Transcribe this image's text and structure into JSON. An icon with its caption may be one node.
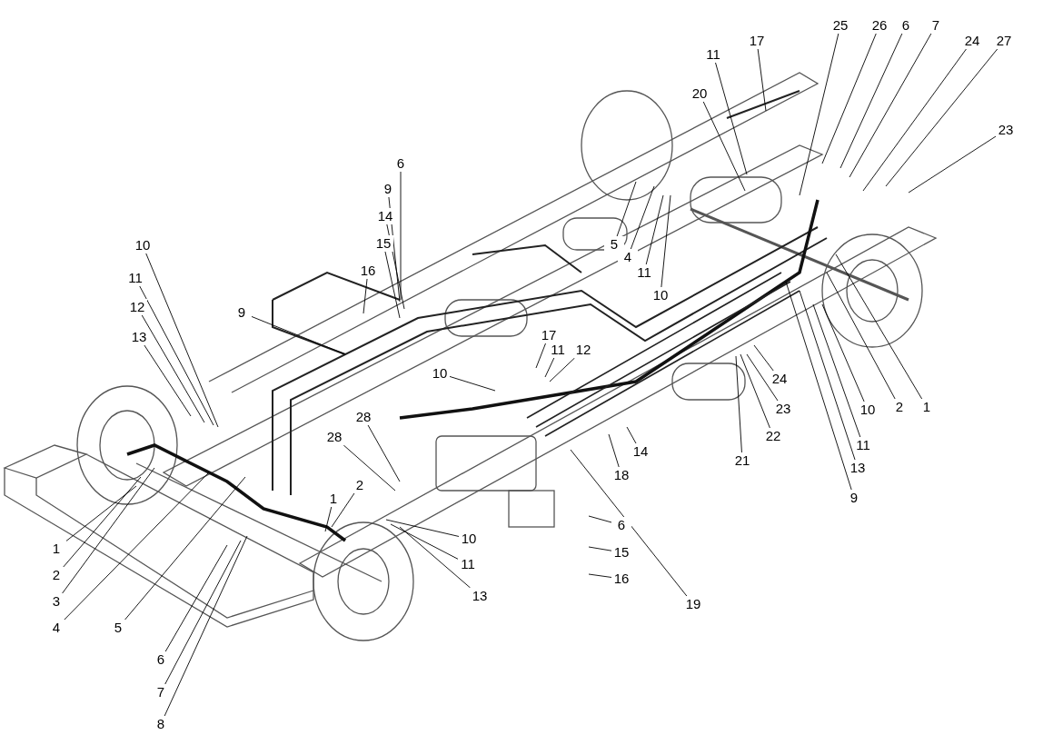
{
  "diagram": {
    "nodes": [
      {
        "text": [
          "25"
        ]
      },
      {
        "text": [
          "26"
        ]
      },
      {
        "text": [
          "6"
        ]
      },
      {
        "text": [
          "7"
        ]
      },
      {
        "text": [
          "17"
        ]
      },
      {
        "text": [
          "11"
        ]
      },
      {
        "text": [
          "24"
        ]
      },
      {
        "text": [
          "27"
        ]
      },
      {
        "text": [
          "20"
        ]
      },
      {
        "text": [
          "23"
        ]
      },
      {
        "text": [
          "6"
        ]
      },
      {
        "text": [
          "9"
        ]
      },
      {
        "text": [
          "14"
        ]
      },
      {
        "text": [
          "15"
        ]
      },
      {
        "text": [
          "5"
        ]
      },
      {
        "text": [
          "10"
        ]
      },
      {
        "text": [
          "4"
        ]
      },
      {
        "text": [
          "11"
        ]
      },
      {
        "text": [
          "16"
        ]
      },
      {
        "text": [
          "11"
        ]
      },
      {
        "text": [
          "10"
        ]
      },
      {
        "text": [
          "12"
        ]
      },
      {
        "text": [
          "9"
        ]
      },
      {
        "text": [
          "13"
        ]
      },
      {
        "text": [
          "17"
        ]
      },
      {
        "text": [
          "11"
        ]
      },
      {
        "text": [
          "12"
        ]
      },
      {
        "text": [
          "10"
        ]
      },
      {
        "text": [
          "24"
        ]
      },
      {
        "text": [
          "10"
        ]
      },
      {
        "text": [
          "2"
        ]
      },
      {
        "text": [
          "1"
        ]
      },
      {
        "text": [
          "23"
        ]
      },
      {
        "text": [
          "28"
        ]
      },
      {
        "text": [
          "22"
        ]
      },
      {
        "text": [
          "28"
        ]
      },
      {
        "text": [
          "11"
        ]
      },
      {
        "text": [
          "14"
        ]
      },
      {
        "text": [
          "21"
        ]
      },
      {
        "text": [
          "13"
        ]
      },
      {
        "text": [
          "18"
        ]
      },
      {
        "text": [
          "2"
        ]
      },
      {
        "text": [
          "1"
        ]
      },
      {
        "text": [
          "9"
        ]
      },
      {
        "text": [
          "6"
        ]
      },
      {
        "text": [
          "10"
        ]
      },
      {
        "text": [
          "15"
        ]
      },
      {
        "text": [
          "1"
        ]
      },
      {
        "text": [
          "11"
        ]
      },
      {
        "text": [
          "2"
        ]
      },
      {
        "text": [
          "16"
        ]
      },
      {
        "text": [
          "13"
        ]
      },
      {
        "text": [
          "3"
        ]
      },
      {
        "text": [
          "19"
        ]
      },
      {
        "text": [
          "4"
        ]
      },
      {
        "text": [
          "5"
        ]
      },
      {
        "text": [
          "6"
        ]
      },
      {
        "text": [
          "7"
        ]
      },
      {
        "text": [
          "8"
        ]
      }
    ],
    "edges": [
      {
        "from": 0,
        "to": null,
        "arrow": "none"
      },
      {
        "from": 1,
        "to": null,
        "arrow": "none"
      },
      {
        "from": 2,
        "to": null,
        "arrow": "none"
      },
      {
        "from": 3,
        "to": null,
        "arrow": "none"
      },
      {
        "from": 4,
        "to": null,
        "arrow": "none"
      },
      {
        "from": 5,
        "to": null,
        "arrow": "none"
      },
      {
        "from": 6,
        "to": null,
        "arrow": "none"
      },
      {
        "from": 7,
        "to": null,
        "arrow": "none"
      },
      {
        "from": 8,
        "to": null,
        "arrow": "none"
      },
      {
        "from": 9,
        "to": null,
        "arrow": "none"
      },
      {
        "from": 10,
        "to": null,
        "arrow": "none"
      },
      {
        "from": 11,
        "to": null,
        "arrow": "none"
      },
      {
        "from": 12,
        "to": null,
        "arrow": "none"
      },
      {
        "from": 13,
        "to": null,
        "arrow": "none"
      },
      {
        "from": 14,
        "to": null,
        "arrow": "none"
      },
      {
        "from": 15,
        "to": null,
        "arrow": "none"
      },
      {
        "from": 16,
        "to": null,
        "arrow": "none"
      },
      {
        "from": 17,
        "to": null,
        "arrow": "none"
      },
      {
        "from": 18,
        "to": null,
        "arrow": "none"
      },
      {
        "from": 19,
        "to": null,
        "arrow": "none"
      },
      {
        "from": 20,
        "to": null,
        "arrow": "none"
      },
      {
        "from": 21,
        "to": null,
        "arrow": "none"
      },
      {
        "from": 22,
        "to": null,
        "arrow": "none"
      },
      {
        "from": 23,
        "to": null,
        "arrow": "none"
      },
      {
        "from": 24,
        "to": null,
        "arrow": "none"
      },
      {
        "from": 25,
        "to": null,
        "arrow": "none"
      },
      {
        "from": 26,
        "to": null,
        "arrow": "none"
      },
      {
        "from": 27,
        "to": null,
        "arrow": "none"
      },
      {
        "from": 28,
        "to": null,
        "arrow": "none"
      },
      {
        "from": 29,
        "to": null,
        "arrow": "none"
      },
      {
        "from": 30,
        "to": null,
        "arrow": "none"
      },
      {
        "from": 31,
        "to": null,
        "arrow": "none"
      },
      {
        "from": 32,
        "to": null,
        "arrow": "none"
      },
      {
        "from": 33,
        "to": null,
        "arrow": "none"
      },
      {
        "from": 34,
        "to": null,
        "arrow": "none"
      },
      {
        "from": 35,
        "to": null,
        "arrow": "none"
      },
      {
        "from": 36,
        "to": null,
        "arrow": "none"
      },
      {
        "from": 37,
        "to": null,
        "arrow": "none"
      },
      {
        "from": 38,
        "to": null,
        "arrow": "none"
      },
      {
        "from": 39,
        "to": null,
        "arrow": "none"
      },
      {
        "from": 40,
        "to": null,
        "arrow": "none"
      },
      {
        "from": 41,
        "to": null,
        "arrow": "none"
      },
      {
        "from": 42,
        "to": null,
        "arrow": "none"
      },
      {
        "from": 43,
        "to": null,
        "arrow": "none"
      },
      {
        "from": 44,
        "to": null,
        "arrow": "none"
      },
      {
        "from": 45,
        "to": null,
        "arrow": "none"
      },
      {
        "from": 46,
        "to": null,
        "arrow": "none"
      },
      {
        "from": 47,
        "to": null,
        "arrow": "none"
      },
      {
        "from": 48,
        "to": null,
        "arrow": "none"
      },
      {
        "from": 49,
        "to": null,
        "arrow": "none"
      },
      {
        "from": 50,
        "to": null,
        "arrow": "none"
      },
      {
        "from": 51,
        "to": null,
        "arrow": "none"
      },
      {
        "from": 52,
        "to": null,
        "arrow": "none"
      },
      {
        "from": 53,
        "to": null,
        "arrow": "none"
      },
      {
        "from": 54,
        "to": null,
        "arrow": "none"
      },
      {
        "from": 55,
        "to": null,
        "arrow": "none"
      },
      {
        "from": 56,
        "to": null,
        "arrow": "none"
      },
      {
        "from": 57,
        "to": null,
        "arrow": "none"
      },
      {
        "from": 58,
        "to": null,
        "arrow": "none"
      }
    ]
  }
}
